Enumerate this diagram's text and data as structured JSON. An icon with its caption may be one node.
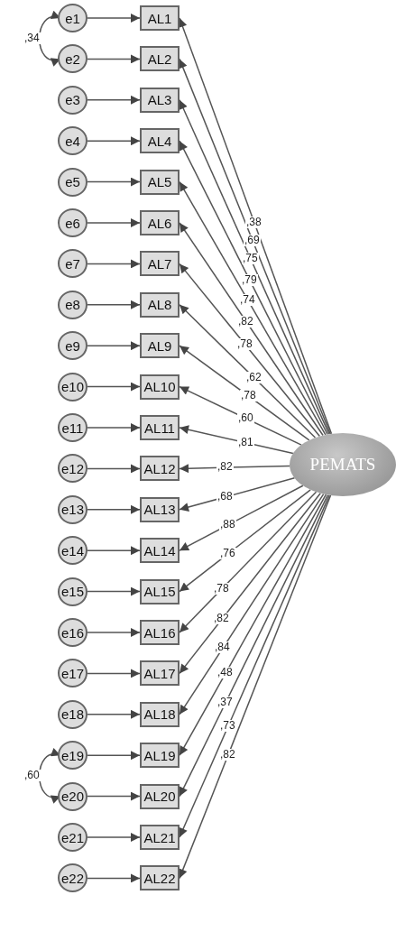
{
  "diagram": {
    "nodes": [
      {
        "text": [
          "e1"
        ]
      },
      {
        "text": [
          "e2"
        ]
      },
      {
        "text": [
          "e3"
        ]
      },
      {
        "text": [
          "e4"
        ]
      },
      {
        "text": [
          "e5"
        ]
      },
      {
        "text": [
          "e6"
        ]
      },
      {
        "text": [
          "e7"
        ]
      },
      {
        "text": [
          "e8"
        ]
      },
      {
        "text": [
          "e9"
        ]
      },
      {
        "text": [
          "e10"
        ]
      },
      {
        "text": [
          "e11"
        ]
      },
      {
        "text": [
          "e12"
        ]
      },
      {
        "text": [
          "e13"
        ]
      },
      {
        "text": [
          "e14"
        ]
      },
      {
        "text": [
          "e15"
        ]
      },
      {
        "text": [
          "e16"
        ]
      },
      {
        "text": [
          "e17"
        ]
      },
      {
        "text": [
          "e18"
        ]
      },
      {
        "text": [
          "e19"
        ]
      },
      {
        "text": [
          "e20"
        ]
      },
      {
        "text": [
          "e21"
        ]
      },
      {
        "text": [
          "e22"
        ]
      },
      {
        "text": [
          "AL1"
        ]
      },
      {
        "text": [
          "AL2"
        ]
      },
      {
        "text": [
          "AL3"
        ]
      },
      {
        "text": [
          "AL4"
        ]
      },
      {
        "text": [
          "AL5"
        ]
      },
      {
        "text": [
          "AL6"
        ]
      },
      {
        "text": [
          "AL7"
        ]
      },
      {
        "text": [
          "AL8"
        ]
      },
      {
        "text": [
          "AL9"
        ]
      },
      {
        "text": [
          "AL10"
        ]
      },
      {
        "text": [
          "AL11"
        ]
      },
      {
        "text": [
          "AL12"
        ]
      },
      {
        "text": [
          "AL13"
        ]
      },
      {
        "text": [
          "AL14"
        ]
      },
      {
        "text": [
          "AL15"
        ]
      },
      {
        "text": [
          "AL16"
        ]
      },
      {
        "text": [
          "AL17"
        ]
      },
      {
        "text": [
          "AL18"
        ]
      },
      {
        "text": [
          "AL19"
        ]
      },
      {
        "text": [
          "AL20"
        ]
      },
      {
        "text": [
          "AL21"
        ]
      },
      {
        "text": [
          "AL22"
        ]
      },
      {
        "text": [
          "PEMATS"
        ]
      }
    ],
    "edges": [
      {
        "from": 0,
        "to": 22,
        "arrow": "to"
      },
      {
        "from": 1,
        "to": 23,
        "arrow": "to"
      },
      {
        "from": 2,
        "to": 24,
        "arrow": "to"
      },
      {
        "from": 3,
        "to": 25,
        "arrow": "to"
      },
      {
        "from": 4,
        "to": 26,
        "arrow": "to"
      },
      {
        "from": 5,
        "to": 27,
        "arrow": "to"
      },
      {
        "from": 6,
        "to": 28,
        "arrow": "to"
      },
      {
        "from": 7,
        "to": 29,
        "arrow": "to"
      },
      {
        "from": 8,
        "to": 30,
        "arrow": "to"
      },
      {
        "from": 9,
        "to": 31,
        "arrow": "to"
      },
      {
        "from": 10,
        "to": 32,
        "arrow": "to"
      },
      {
        "from": 11,
        "to": 33,
        "arrow": "to"
      },
      {
        "from": 12,
        "to": 34,
        "arrow": "to"
      },
      {
        "from": 13,
        "to": 35,
        "arrow": "to"
      },
      {
        "from": 14,
        "to": 36,
        "arrow": "to"
      },
      {
        "from": 15,
        "to": 37,
        "arrow": "to"
      },
      {
        "from": 16,
        "to": 38,
        "arrow": "to"
      },
      {
        "from": 17,
        "to": 39,
        "arrow": "to"
      },
      {
        "from": 18,
        "to": 40,
        "arrow": "to"
      },
      {
        "from": 19,
        "to": 41,
        "arrow": "to"
      },
      {
        "from": 20,
        "to": 42,
        "arrow": "to"
      },
      {
        "from": 21,
        "to": 43,
        "arrow": "to"
      },
      {
        "from": 44,
        "to": 22,
        "arrow": "to",
        "label": ",38"
      },
      {
        "from": 44,
        "to": 23,
        "arrow": "to",
        "label": ",69"
      },
      {
        "from": 44,
        "to": 24,
        "arrow": "to",
        "label": ",75"
      },
      {
        "from": 44,
        "to": 25,
        "arrow": "to",
        "label": ",79"
      },
      {
        "from": 44,
        "to": 26,
        "arrow": "to",
        "label": ",74"
      },
      {
        "from": 44,
        "to": 27,
        "arrow": "to",
        "label": ",82"
      },
      {
        "from": 44,
        "to": 28,
        "arrow": "to",
        "label": ",78"
      },
      {
        "from": 44,
        "to": 29,
        "arrow": "to",
        "label": ",62"
      },
      {
        "from": 44,
        "to": 30,
        "arrow": "to",
        "label": ",78"
      },
      {
        "from": 44,
        "to": 31,
        "arrow": "to",
        "label": ",60"
      },
      {
        "from": 44,
        "to": 32,
        "arrow": "to",
        "label": ",81"
      },
      {
        "from": 44,
        "to": 33,
        "arrow": "to",
        "label": ",82"
      },
      {
        "from": 44,
        "to": 34,
        "arrow": "to",
        "label": ",68"
      },
      {
        "from": 44,
        "to": 35,
        "arrow": "to",
        "label": ",88"
      },
      {
        "from": 44,
        "to": 36,
        "arrow": "to",
        "label": ",76"
      },
      {
        "from": 44,
        "to": 37,
        "arrow": "to",
        "label": ",78"
      },
      {
        "from": 44,
        "to": 38,
        "arrow": "to",
        "label": ",82"
      },
      {
        "from": 44,
        "to": 39,
        "arrow": "to",
        "label": ",84"
      },
      {
        "from": 44,
        "to": 40,
        "arrow": "to",
        "label": ",48"
      },
      {
        "from": 44,
        "to": 41,
        "arrow": "to",
        "label": ",37"
      },
      {
        "from": 44,
        "to": 42,
        "arrow": "to",
        "label": ",73"
      },
      {
        "from": 44,
        "to": 43,
        "arrow": "to",
        "label": ",82"
      },
      {
        "from": 0,
        "to": 1,
        "arrow": "both",
        "label": ",34"
      },
      {
        "from": 18,
        "to": 19,
        "arrow": "both",
        "label": ",60"
      }
    ]
  }
}
